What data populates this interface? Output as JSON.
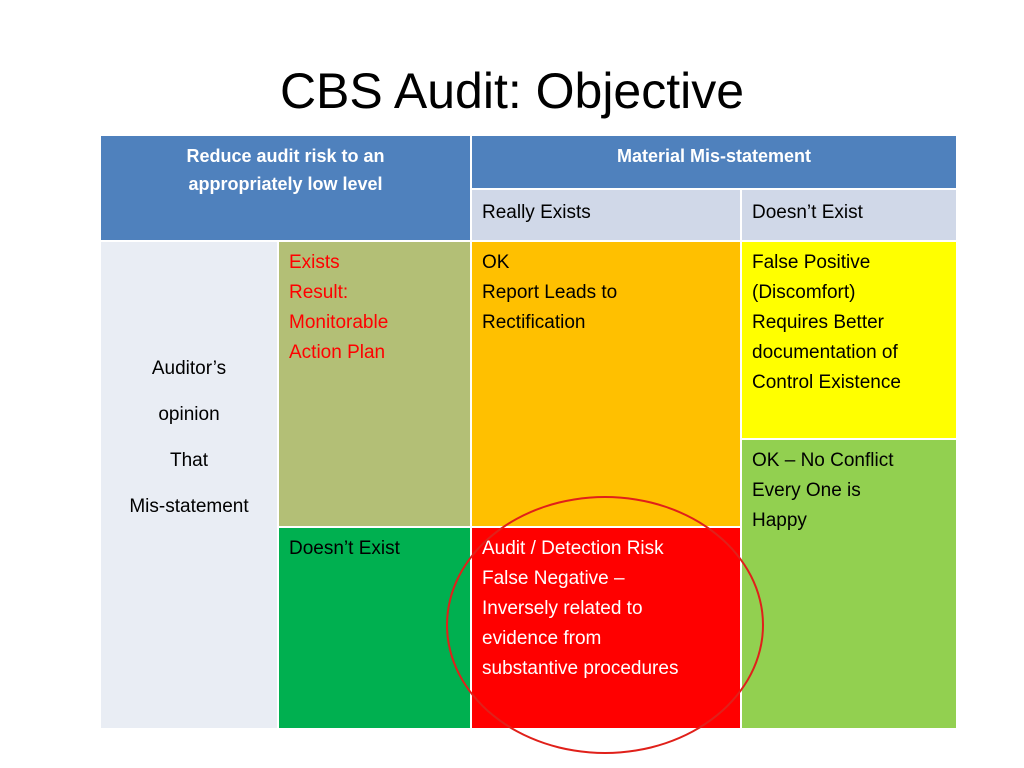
{
  "slide": {
    "title": "CBS Audit: Objective"
  },
  "table": {
    "corner_header": "Reduce audit risk to an appropriately low level",
    "column_group_header": "Material Mis-statement",
    "column_really_exists": "Really Exists",
    "column_doesnt_exist": "Doesn’t Exist",
    "row_group_label": [
      "Auditor’s",
      "opinion",
      "That",
      "Mis-statement"
    ],
    "row_exists_label": [
      "Exists",
      "Result:",
      "Monitorable",
      "Action Plan"
    ],
    "row_doesnt_exist_label": "Doesn’t Exist",
    "cell_exists_really": [
      "OK",
      "Report Leads to",
      "Rectification"
    ],
    "cell_exists_doesnt": [
      "False Positive",
      "(Discomfort)",
      "Requires Better",
      "documentation of",
      "Control Existence"
    ],
    "cell_doesnt_really": [
      "Audit / Detection Risk",
      "False Negative –",
      "Inversely related to",
      "evidence from",
      "substantive  procedures"
    ],
    "cell_doesnt_doesnt": [
      "OK – No Conflict",
      "Every One is",
      "Happy"
    ]
  },
  "colors": {
    "header_blue": "#4f81bd",
    "subheader": "#d0d8e8",
    "row_label_bg": "#e9edf4",
    "olive": "#b3bf76",
    "green": "#00b050",
    "orange": "#ffc000",
    "yellow": "#ffff00",
    "light_green": "#92d050",
    "red": "#ff0000",
    "ring": "#e0201a",
    "label_red": "#ff0000"
  }
}
